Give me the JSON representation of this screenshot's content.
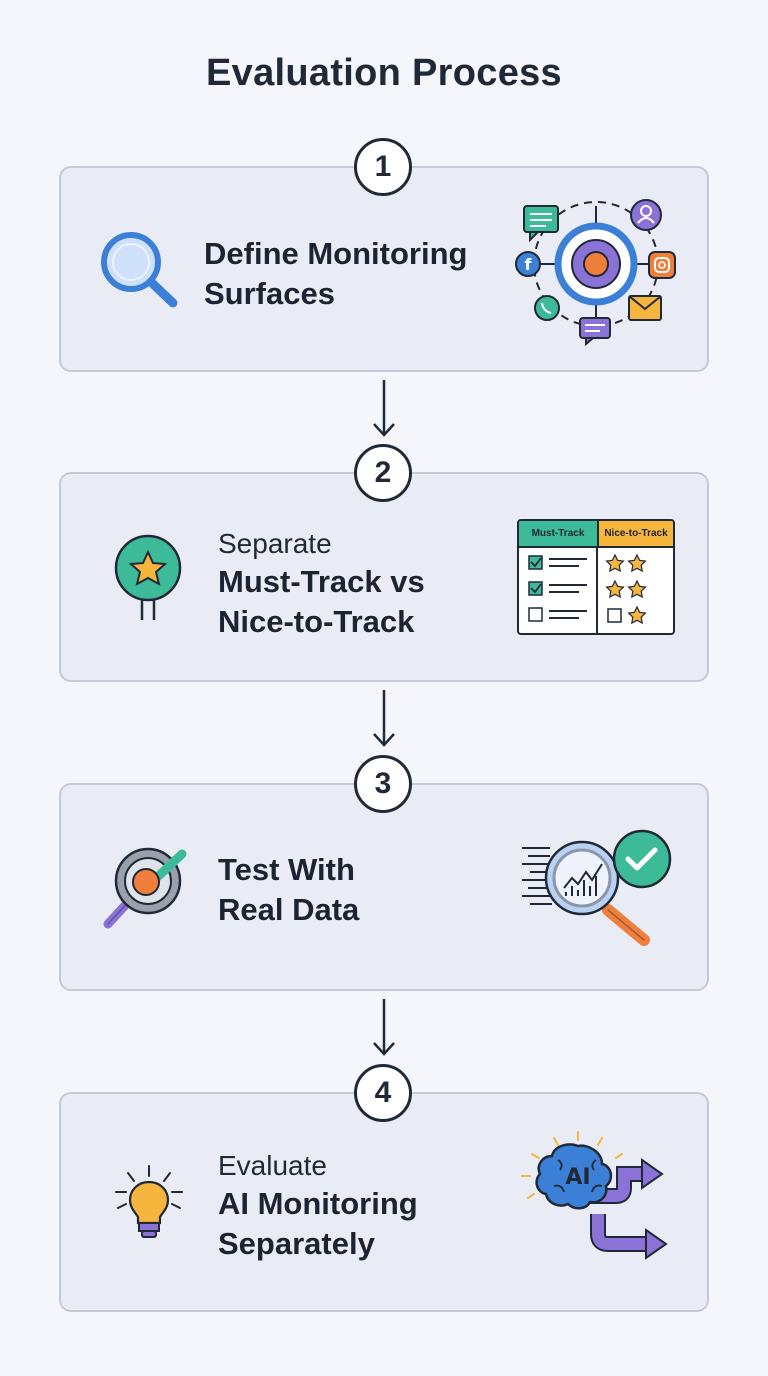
{
  "title": "Evaluation Process",
  "steps": [
    {
      "number": "1",
      "line_light": "",
      "line1": "Define Monitoring",
      "line2": "Surfaces"
    },
    {
      "number": "2",
      "line_light": "Separate",
      "line1": "Must-Track vs",
      "line2": "Nice-to-Track",
      "table": {
        "col1": "Must-Track",
        "col2": "Nice-to-Track"
      }
    },
    {
      "number": "3",
      "line_light": "",
      "line1": "Test With",
      "line2": "Real Data"
    },
    {
      "number": "4",
      "line_light": "Evaluate",
      "line1": "AI Monitoring",
      "line2": "Separately",
      "icon_text": "AI"
    }
  ],
  "icons": {
    "step1_left": "magnifier-icon",
    "step1_right": "target-social-icon",
    "step2_left": "star-balloon-icon",
    "step2_right": "comparison-table-icon",
    "step3_left": "search-brush-icon",
    "step3_right": "chart-magnifier-check-icon",
    "step4_left": "lightbulb-icon",
    "step4_right": "ai-brain-arrows-icon"
  },
  "colors": {
    "card_bg": "#e9ecf4",
    "card_border": "#c3c9d6",
    "blue": "#3b7fd6",
    "teal": "#3dbb98",
    "orange": "#f07f3c",
    "purple": "#8a72d6",
    "yellow": "#f6b53c"
  }
}
